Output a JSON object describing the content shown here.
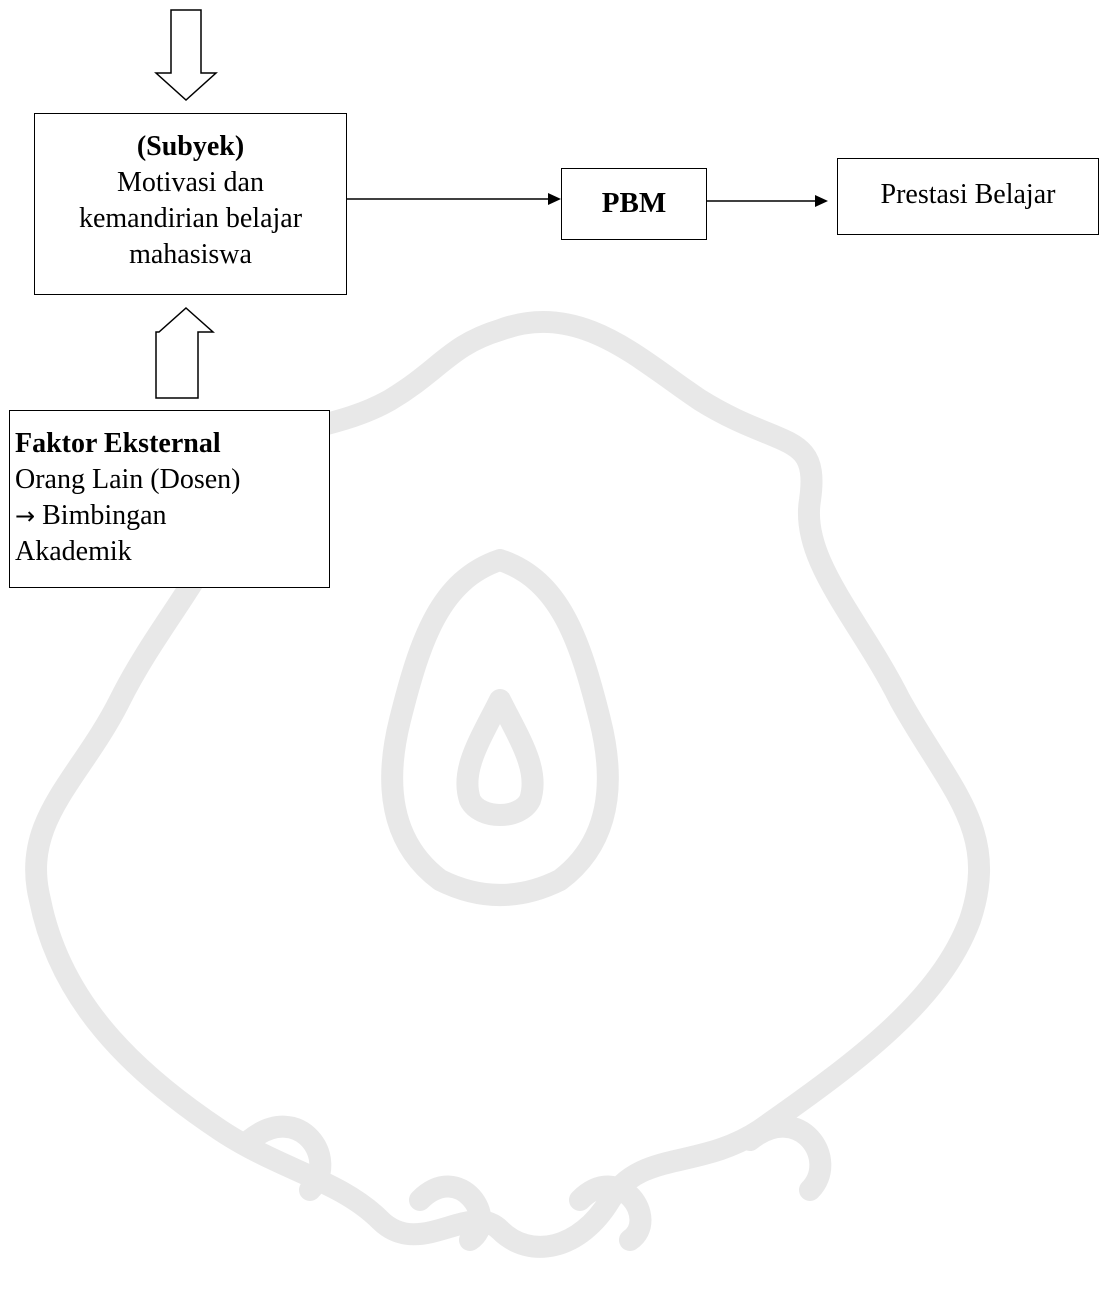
{
  "diagram": {
    "subject": {
      "title": "(Subyek)",
      "lines": [
        "Motivasi dan",
        "kemandirian belajar",
        "mahasiswa"
      ]
    },
    "process": {
      "label": "PBM"
    },
    "outcome": {
      "label": "Prestasi Belajar"
    },
    "external_factor": {
      "title": "Faktor Eksternal",
      "line1": "Orang Lain (Dosen)",
      "arrow_symbol": "→",
      "line2": "Bimbingan",
      "line3": "Akademik"
    }
  },
  "colors": {
    "stroke": "#000000",
    "watermark": "#e6e6e6"
  }
}
